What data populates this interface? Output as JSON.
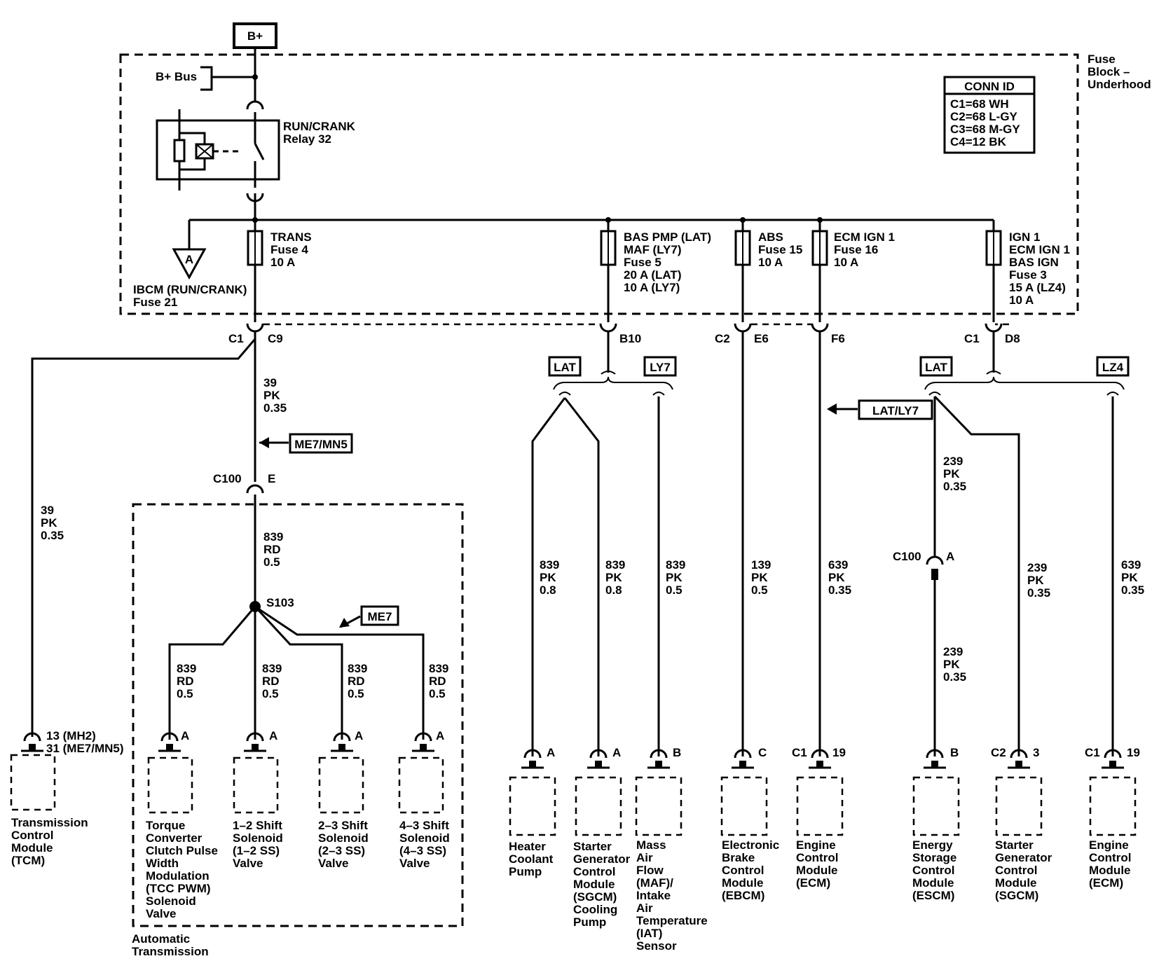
{
  "power_source": "B+",
  "fuse_block": {
    "title_lines": [
      "Fuse",
      "Block –",
      "Underhood"
    ],
    "bus_label": "B+ Bus",
    "relay": {
      "name": "RUN/CRANK",
      "number": "Relay 32"
    },
    "conn_id": {
      "title": "CONN ID",
      "lines": [
        "C1=68 WH",
        "C2=68 L-GY",
        "C3=68 M-GY",
        "C4=12 BK"
      ]
    },
    "ibcm": {
      "lines": [
        "IBCM (RUN/CRANK)",
        "Fuse 21"
      ],
      "symbol": "A"
    },
    "fuses": [
      {
        "lines": [
          "TRANS",
          "Fuse 4",
          "10 A"
        ]
      },
      {
        "lines": [
          "BAS PMP (LAT)",
          "MAF (LY7)",
          "Fuse 5",
          "20 A (LAT)",
          "10 A (LY7)"
        ]
      },
      {
        "lines": [
          "ABS",
          "Fuse 15",
          "10 A"
        ]
      },
      {
        "lines": [
          "ECM IGN 1",
          "Fuse 16",
          "10 A"
        ]
      },
      {
        "lines": [
          "IGN 1",
          "ECM IGN 1",
          "BAS IGN",
          "Fuse 3",
          "15 A (LZ4)",
          "10 A"
        ]
      }
    ]
  },
  "connector_labels": [
    "C1",
    "C9",
    "B10",
    "C2",
    "E6",
    "F6",
    "C1",
    "D8",
    "C100",
    "E",
    "C100",
    "A",
    "S103"
  ],
  "option_tags": [
    "ME7/MN5",
    "ME7",
    "LAT",
    "LY7",
    "LAT/LY7",
    "LAT",
    "LZ4"
  ],
  "wires": [
    {
      "lines": [
        "39",
        "PK",
        "0.35"
      ]
    },
    {
      "lines": [
        "39",
        "PK",
        "0.35"
      ]
    },
    {
      "lines": [
        "839",
        "RD",
        "0.5"
      ]
    },
    {
      "lines": [
        "839",
        "RD",
        "0.5"
      ]
    },
    {
      "lines": [
        "839",
        "RD",
        "0.5"
      ]
    },
    {
      "lines": [
        "839",
        "RD",
        "0.5"
      ]
    },
    {
      "lines": [
        "839",
        "RD",
        "0.5"
      ]
    },
    {
      "lines": [
        "839",
        "PK",
        "0.8"
      ]
    },
    {
      "lines": [
        "839",
        "PK",
        "0.8"
      ]
    },
    {
      "lines": [
        "839",
        "PK",
        "0.5"
      ]
    },
    {
      "lines": [
        "139",
        "PK",
        "0.5"
      ]
    },
    {
      "lines": [
        "639",
        "PK",
        "0.35"
      ]
    },
    {
      "lines": [
        "239",
        "PK",
        "0.35"
      ]
    },
    {
      "lines": [
        "239",
        "PK",
        "0.35"
      ]
    },
    {
      "lines": [
        "239",
        "PK",
        "0.35"
      ]
    },
    {
      "lines": [
        "639",
        "PK",
        "0.35"
      ]
    }
  ],
  "tcm_pin_lines": [
    "13 (MH2)",
    "31 (ME7/MN5)"
  ],
  "pins": [
    "A",
    "A",
    "A",
    "A",
    "A",
    "A",
    "B",
    "C",
    "C1",
    "19",
    "B",
    "C2",
    "3",
    "C1",
    "19"
  ],
  "auto_trans_label": [
    "Automatic",
    "Transmission"
  ],
  "components": [
    {
      "lines": [
        "Transmission",
        "Control",
        "Module",
        "(TCM)"
      ]
    },
    {
      "lines": [
        "Torque",
        "Converter",
        "Clutch Pulse",
        "Width",
        "Modulation",
        "(TCC PWM)",
        "Solenoid",
        "Valve"
      ]
    },
    {
      "lines": [
        "1–2 Shift",
        "Solenoid",
        "(1–2 SS)",
        "Valve"
      ]
    },
    {
      "lines": [
        "2–3 Shift",
        "Solenoid",
        "(2–3 SS)",
        "Valve"
      ]
    },
    {
      "lines": [
        "4–3 Shift",
        "Solenoid",
        "(4–3 SS)",
        "Valve"
      ]
    },
    {
      "lines": [
        "Heater",
        "Coolant",
        "Pump"
      ]
    },
    {
      "lines": [
        "Starter",
        "Generator",
        "Control",
        "Module",
        "(SGCM)",
        "Cooling",
        "Pump"
      ]
    },
    {
      "lines": [
        "Mass",
        "Air",
        "Flow",
        "(MAF)/",
        "Intake",
        "Air",
        "Temperature",
        "(IAT)",
        "Sensor"
      ]
    },
    {
      "lines": [
        "Electronic",
        "Brake",
        "Control",
        "Module",
        "(EBCM)"
      ]
    },
    {
      "lines": [
        "Engine",
        "Control",
        "Module",
        "(ECM)"
      ]
    },
    {
      "lines": [
        "Energy",
        "Storage",
        "Control",
        "Module",
        "(ESCM)"
      ]
    },
    {
      "lines": [
        "Starter",
        "Generator",
        "Control",
        "Module",
        "(SGCM)"
      ]
    },
    {
      "lines": [
        "Engine",
        "Control",
        "Module",
        "(ECM)"
      ]
    }
  ]
}
